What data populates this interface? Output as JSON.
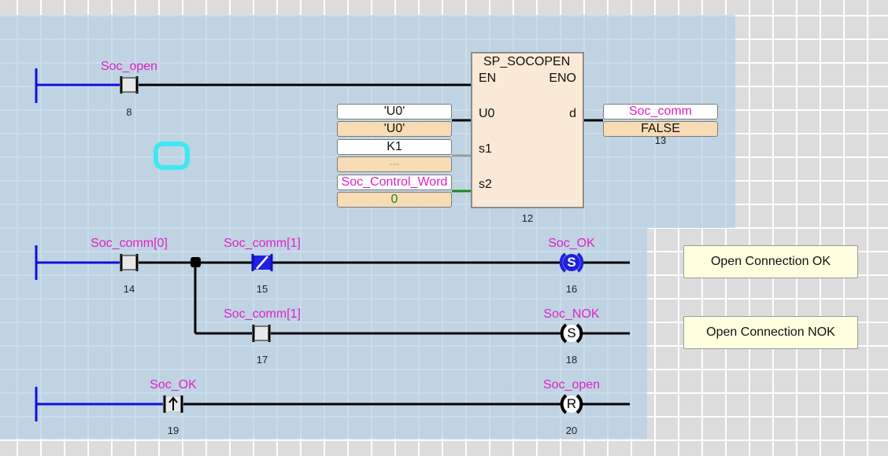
{
  "rung1": {
    "contact_label": "Soc_open",
    "contact_num": "8",
    "block": {
      "name": "SP_SOCOPEN",
      "num": "12",
      "pins": {
        "en": "EN",
        "eno": "ENO",
        "u0": "U0",
        "d": "d",
        "s1": "s1",
        "s2": "s2"
      }
    },
    "inputs": {
      "u0_var": "'U0'",
      "u0_val": "'U0'",
      "s1_var": "K1",
      "s1_val": "---",
      "s2_var": "Soc_Control_Word",
      "s2_val": "0"
    },
    "output": {
      "var": "Soc_comm",
      "val": "FALSE",
      "num": "13"
    }
  },
  "rung2": {
    "contact1_label": "Soc_comm[0]",
    "contact1_num": "14",
    "contact2_label": "Soc_comm[1]",
    "contact2_num": "15",
    "coil_label": "Soc_OK",
    "coil_num": "16",
    "coil_symbol": "S"
  },
  "rung3": {
    "contact_label": "Soc_comm[1]",
    "contact_num": "17",
    "coil_label": "Soc_NOK",
    "coil_num": "18",
    "coil_symbol": "S"
  },
  "rung4": {
    "contact_label": "Soc_OK",
    "contact_num": "19",
    "coil_label": "Soc_open",
    "coil_num": "20",
    "coil_symbol": "R"
  },
  "buttons": {
    "ok": "Open Connection OK",
    "nok": "Open Connection NOK"
  },
  "colors": {
    "rail": "#1010dd",
    "label": "#e020c8",
    "zone": "#b4d0e4",
    "block_fill": "#fae9d6",
    "set_coil_active": "#2020e0",
    "cyan_marker": "#3ee8f2"
  }
}
